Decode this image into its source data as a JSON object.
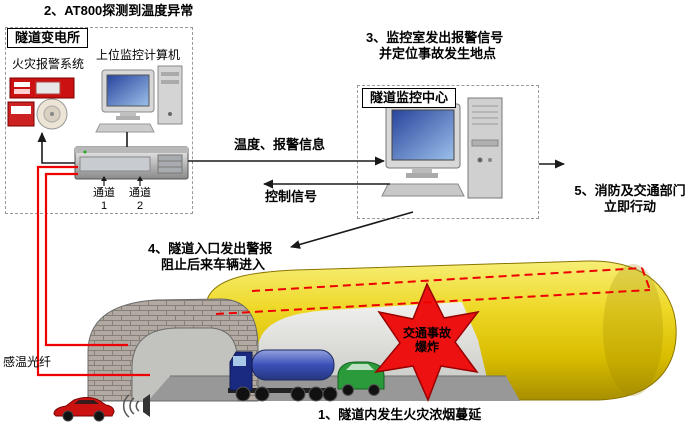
{
  "steps": {
    "step1": "1、隧道内发生火灾浓烟蔓延",
    "step2": "2、AT800探测到温度异常",
    "step3_line1": "3、监控室发出报警信号",
    "step3_line2": "并定位事故发生地点",
    "step4_line1": "4、隧道入口发出警报",
    "step4_line2": "阻止后来车辆进入",
    "step5_line1": "5、消防及交通部门",
    "step5_line2": "立即行动"
  },
  "substation": {
    "title": "隧道变电所",
    "fire_alarm_label": "火灾报警系统",
    "host_computer_label": "上位监控计算机",
    "channel1_line1": "通道",
    "channel1_line2": "1",
    "channel2_line1": "通道",
    "channel2_line2": "2"
  },
  "monitoring_center": {
    "title": "隧道监控中心"
  },
  "links": {
    "temp_alarm_info": "温度、报警信息",
    "control_signal": "控制信号"
  },
  "tunnel": {
    "fiber_label": "感温光纤",
    "explosion": {
      "line1": "交通事故",
      "line2": "爆炸"
    }
  },
  "colors": {
    "alarm_red": "#ee0000",
    "tunnel_yellow": "#eed826",
    "explosion_red": "#ee1111"
  }
}
